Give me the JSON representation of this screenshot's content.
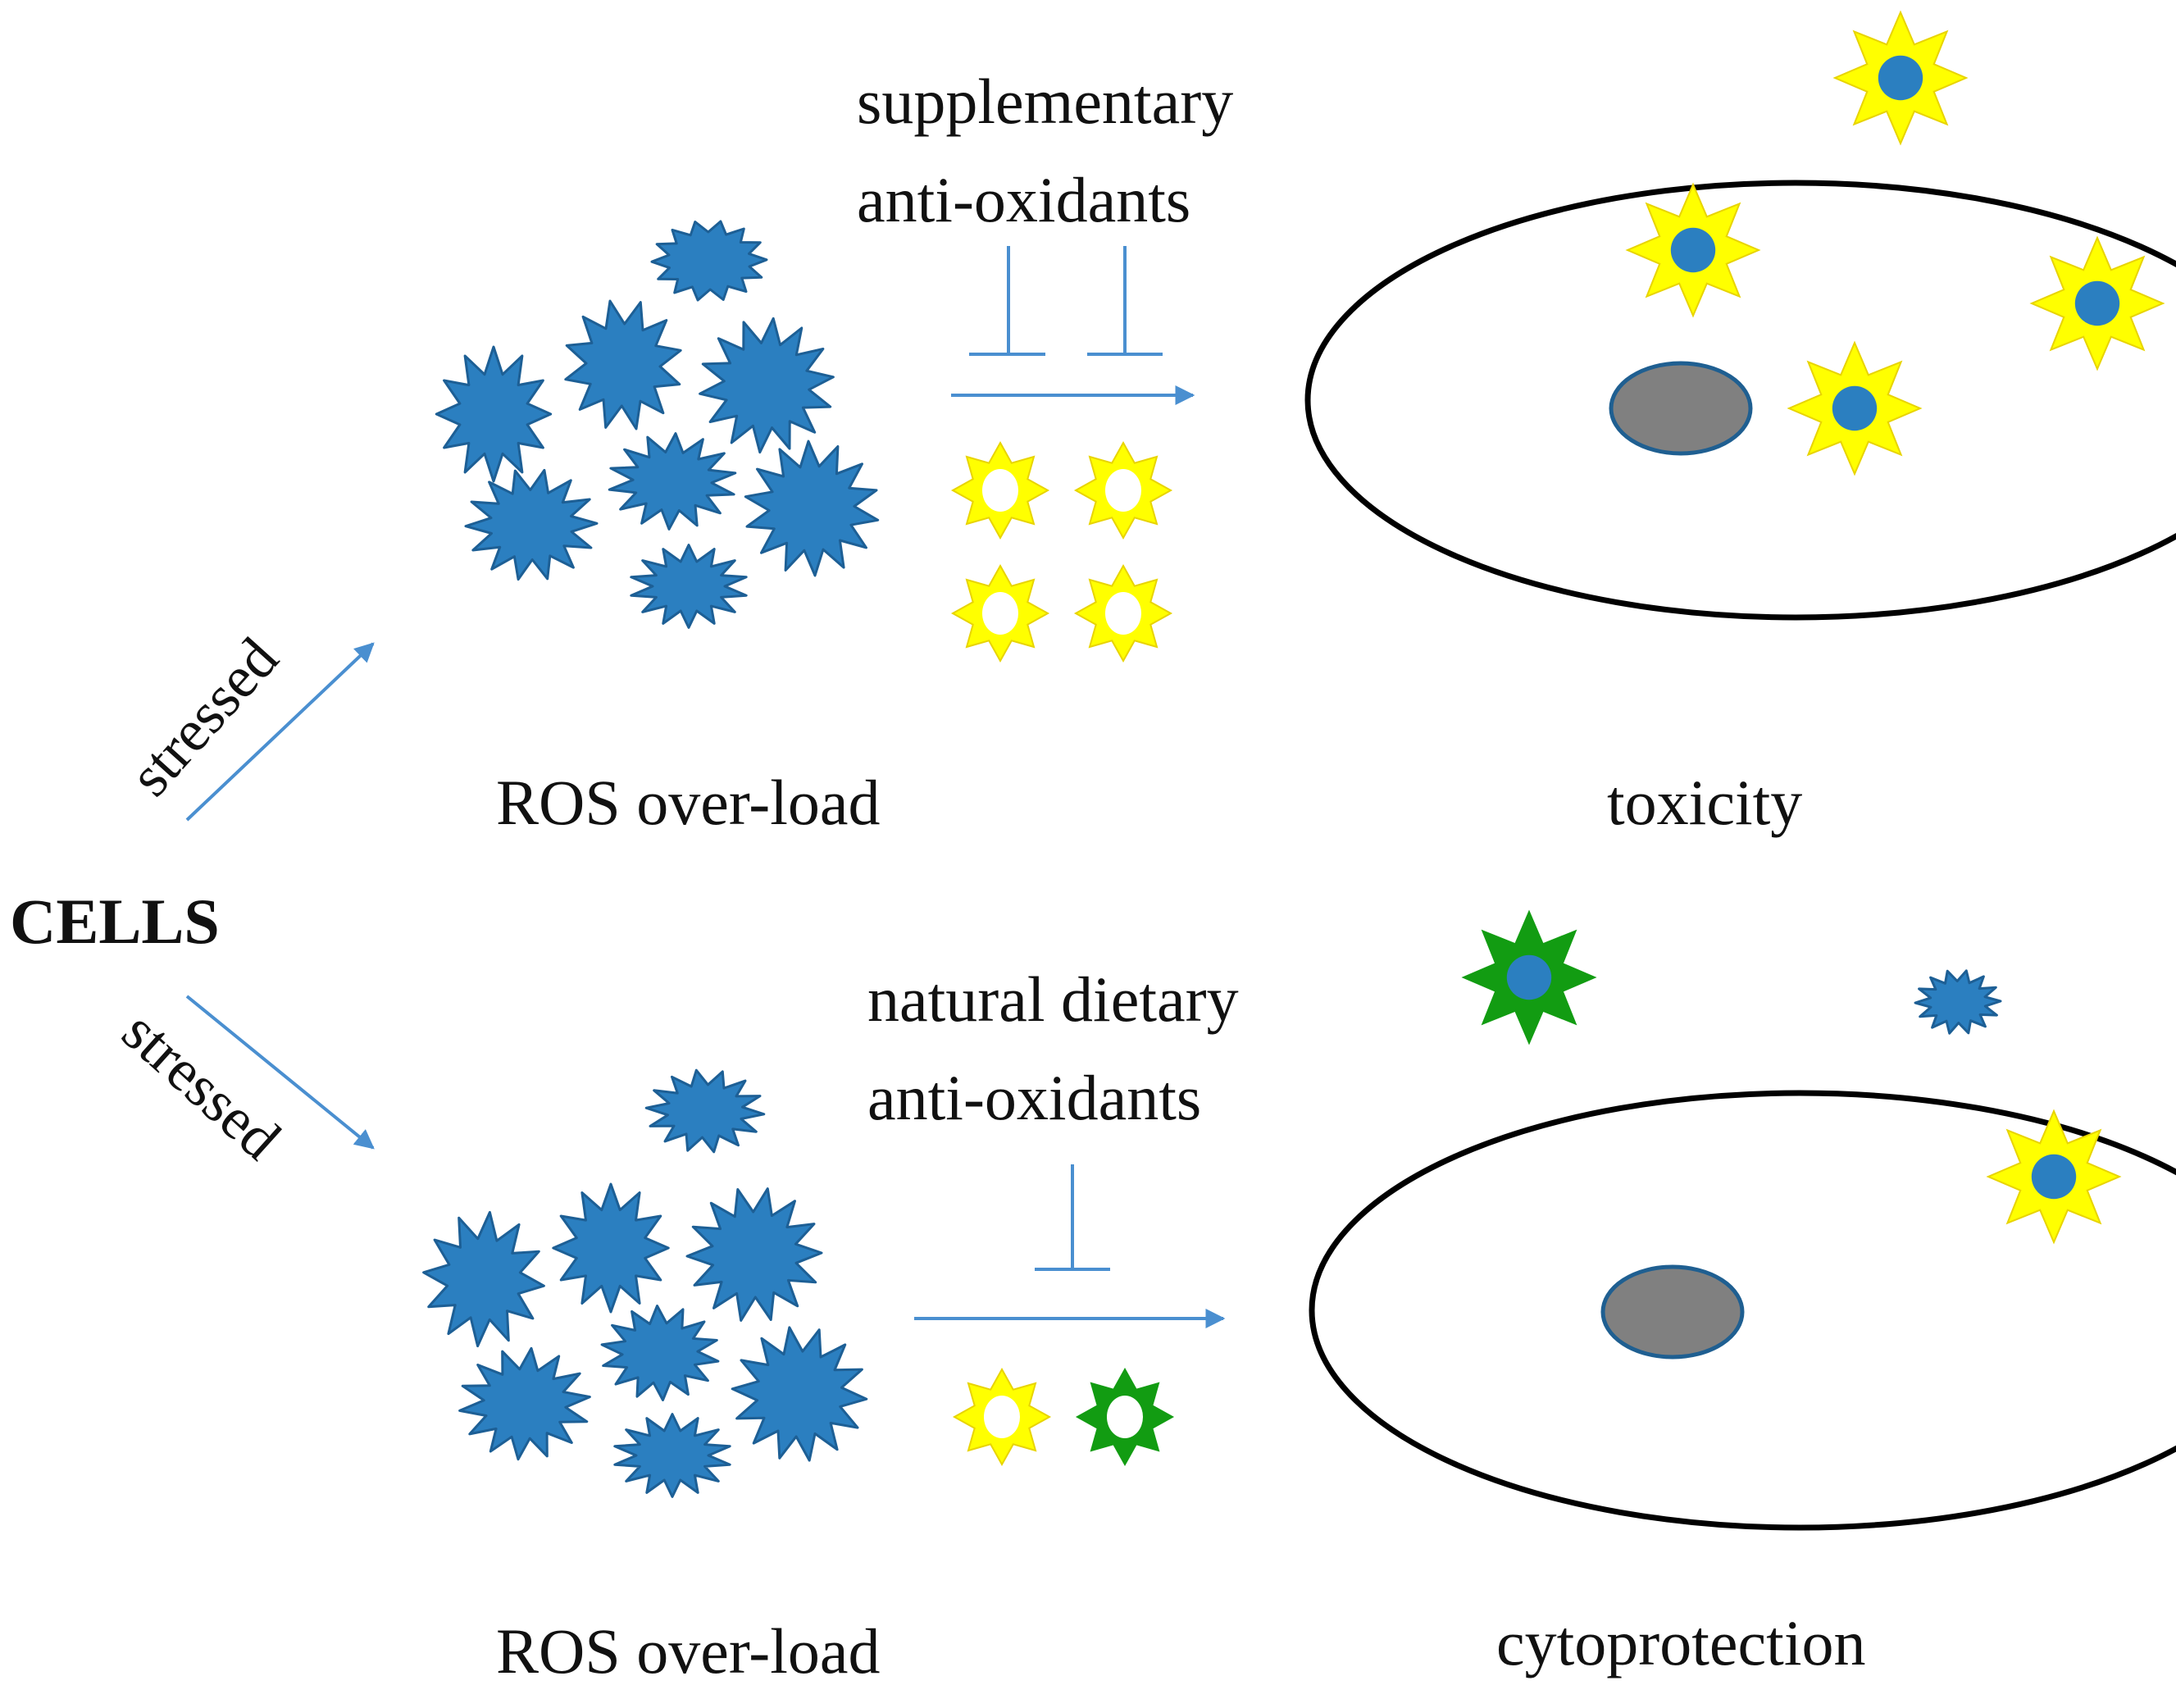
{
  "labels": {
    "cells": "CELLS",
    "stressed_top": "stressed",
    "stressed_bottom": "stressed",
    "ros_top": "ROS over-load",
    "ros_bottom": "ROS over-load",
    "supp_line1": "supplementary",
    "supp_line2": "anti-oxidants",
    "nat_line1": "natural dietary",
    "nat_line2": "anti-oxidants",
    "toxicity": "toxicity",
    "cytoprotection": "cytoprotection"
  },
  "colors": {
    "ros": "#2b7fc0",
    "ros_stroke": "#1d5f95",
    "arrow": "#4a8fd0",
    "yellow": "#ffff00",
    "yellow_stroke": "#e8d400",
    "green": "#129c12",
    "nucleus": "#808080",
    "nucleus_stroke": "#1f5f91",
    "cell_outline": "#000000"
  },
  "icons": {
    "ros": "ros-star-icon",
    "supplementary_antioxidant": "yellow-sun-icon",
    "natural_antioxidant": "green-sun-icon",
    "oxidized_supplementary": "yellow-star-with-blue-center-icon",
    "oxidized_natural": "green-star-with-blue-center-icon"
  }
}
